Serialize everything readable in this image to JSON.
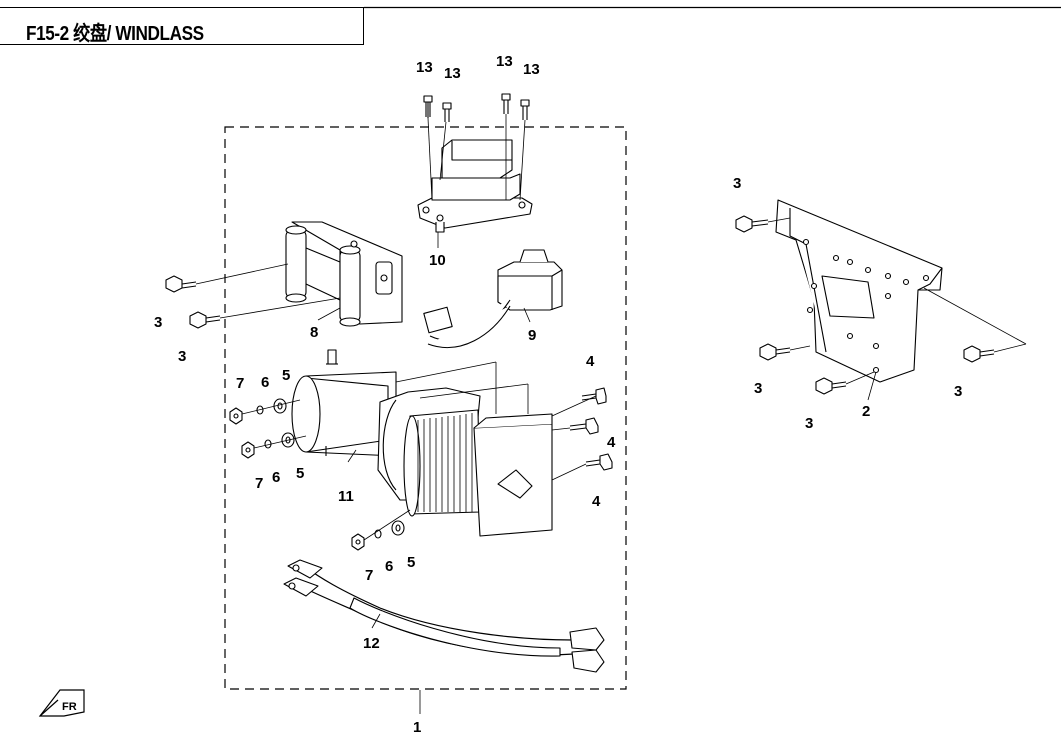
{
  "header": {
    "title": "F15-2 绞盘/ WINDLASS"
  },
  "orientation_mark": {
    "label": "FR"
  },
  "callouts": [
    {
      "id": "c13a",
      "label": "13"
    },
    {
      "id": "c13b",
      "label": "13"
    },
    {
      "id": "c13c",
      "label": "13"
    },
    {
      "id": "c13d",
      "label": "13"
    },
    {
      "id": "c10",
      "label": "10"
    },
    {
      "id": "c8",
      "label": "8"
    },
    {
      "id": "c9",
      "label": "9"
    },
    {
      "id": "c3a",
      "label": "3"
    },
    {
      "id": "c3b",
      "label": "3"
    },
    {
      "id": "c3c",
      "label": "3"
    },
    {
      "id": "c3d",
      "label": "3"
    },
    {
      "id": "c3e",
      "label": "3"
    },
    {
      "id": "c3f",
      "label": "3"
    },
    {
      "id": "c2",
      "label": "2"
    },
    {
      "id": "c4a",
      "label": "4"
    },
    {
      "id": "c4b",
      "label": "4"
    },
    {
      "id": "c4c",
      "label": "4"
    },
    {
      "id": "c7a",
      "label": "7"
    },
    {
      "id": "c6a",
      "label": "6"
    },
    {
      "id": "c5a",
      "label": "5"
    },
    {
      "id": "c7b",
      "label": "7"
    },
    {
      "id": "c6b",
      "label": "6"
    },
    {
      "id": "c5b",
      "label": "5"
    },
    {
      "id": "c11",
      "label": "11"
    },
    {
      "id": "c7c",
      "label": "7"
    },
    {
      "id": "c6c",
      "label": "6"
    },
    {
      "id": "c5c",
      "label": "5"
    },
    {
      "id": "c12",
      "label": "12"
    },
    {
      "id": "c1",
      "label": "1"
    }
  ]
}
